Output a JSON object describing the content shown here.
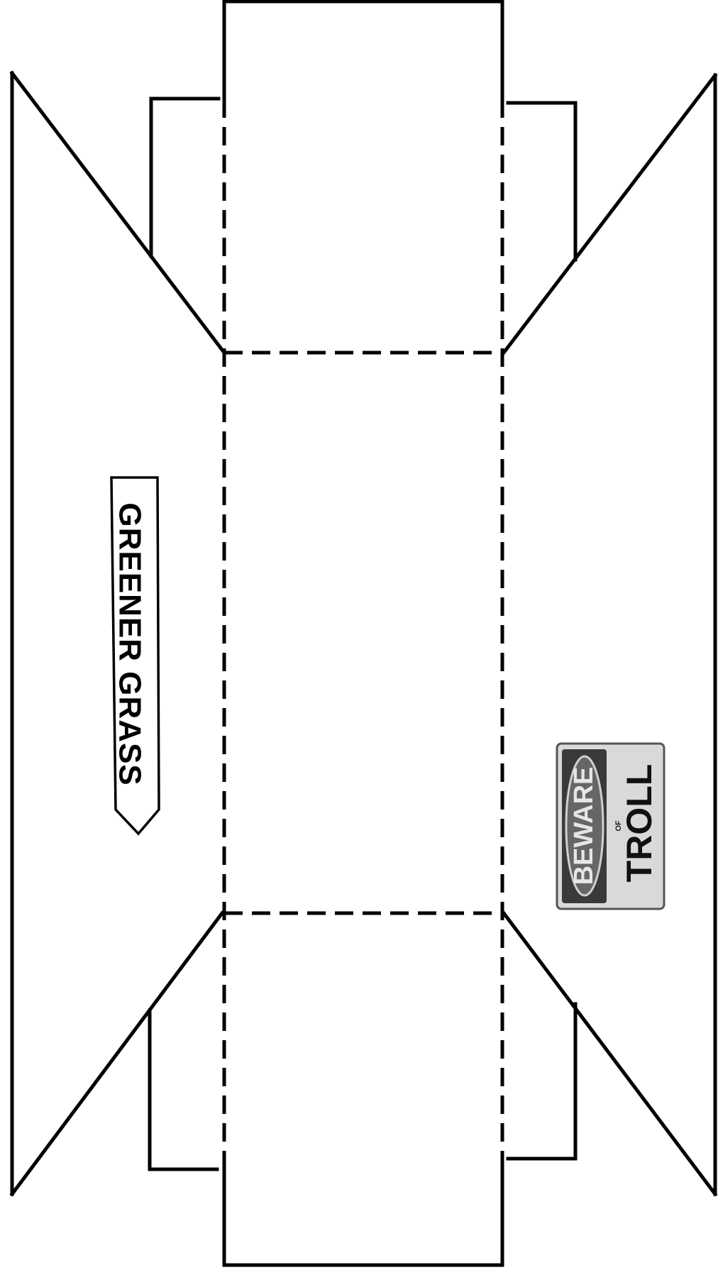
{
  "arrow_sign": {
    "text": "GREENER GRASS"
  },
  "warning_sign": {
    "line1": "BEWARE",
    "line2": "OF",
    "line3": "TROLL"
  },
  "colors": {
    "line": "#000000",
    "background": "#ffffff",
    "sign_dark": "#3a3a3a",
    "sign_light": "#d9d9d9",
    "oval": "#666666"
  }
}
